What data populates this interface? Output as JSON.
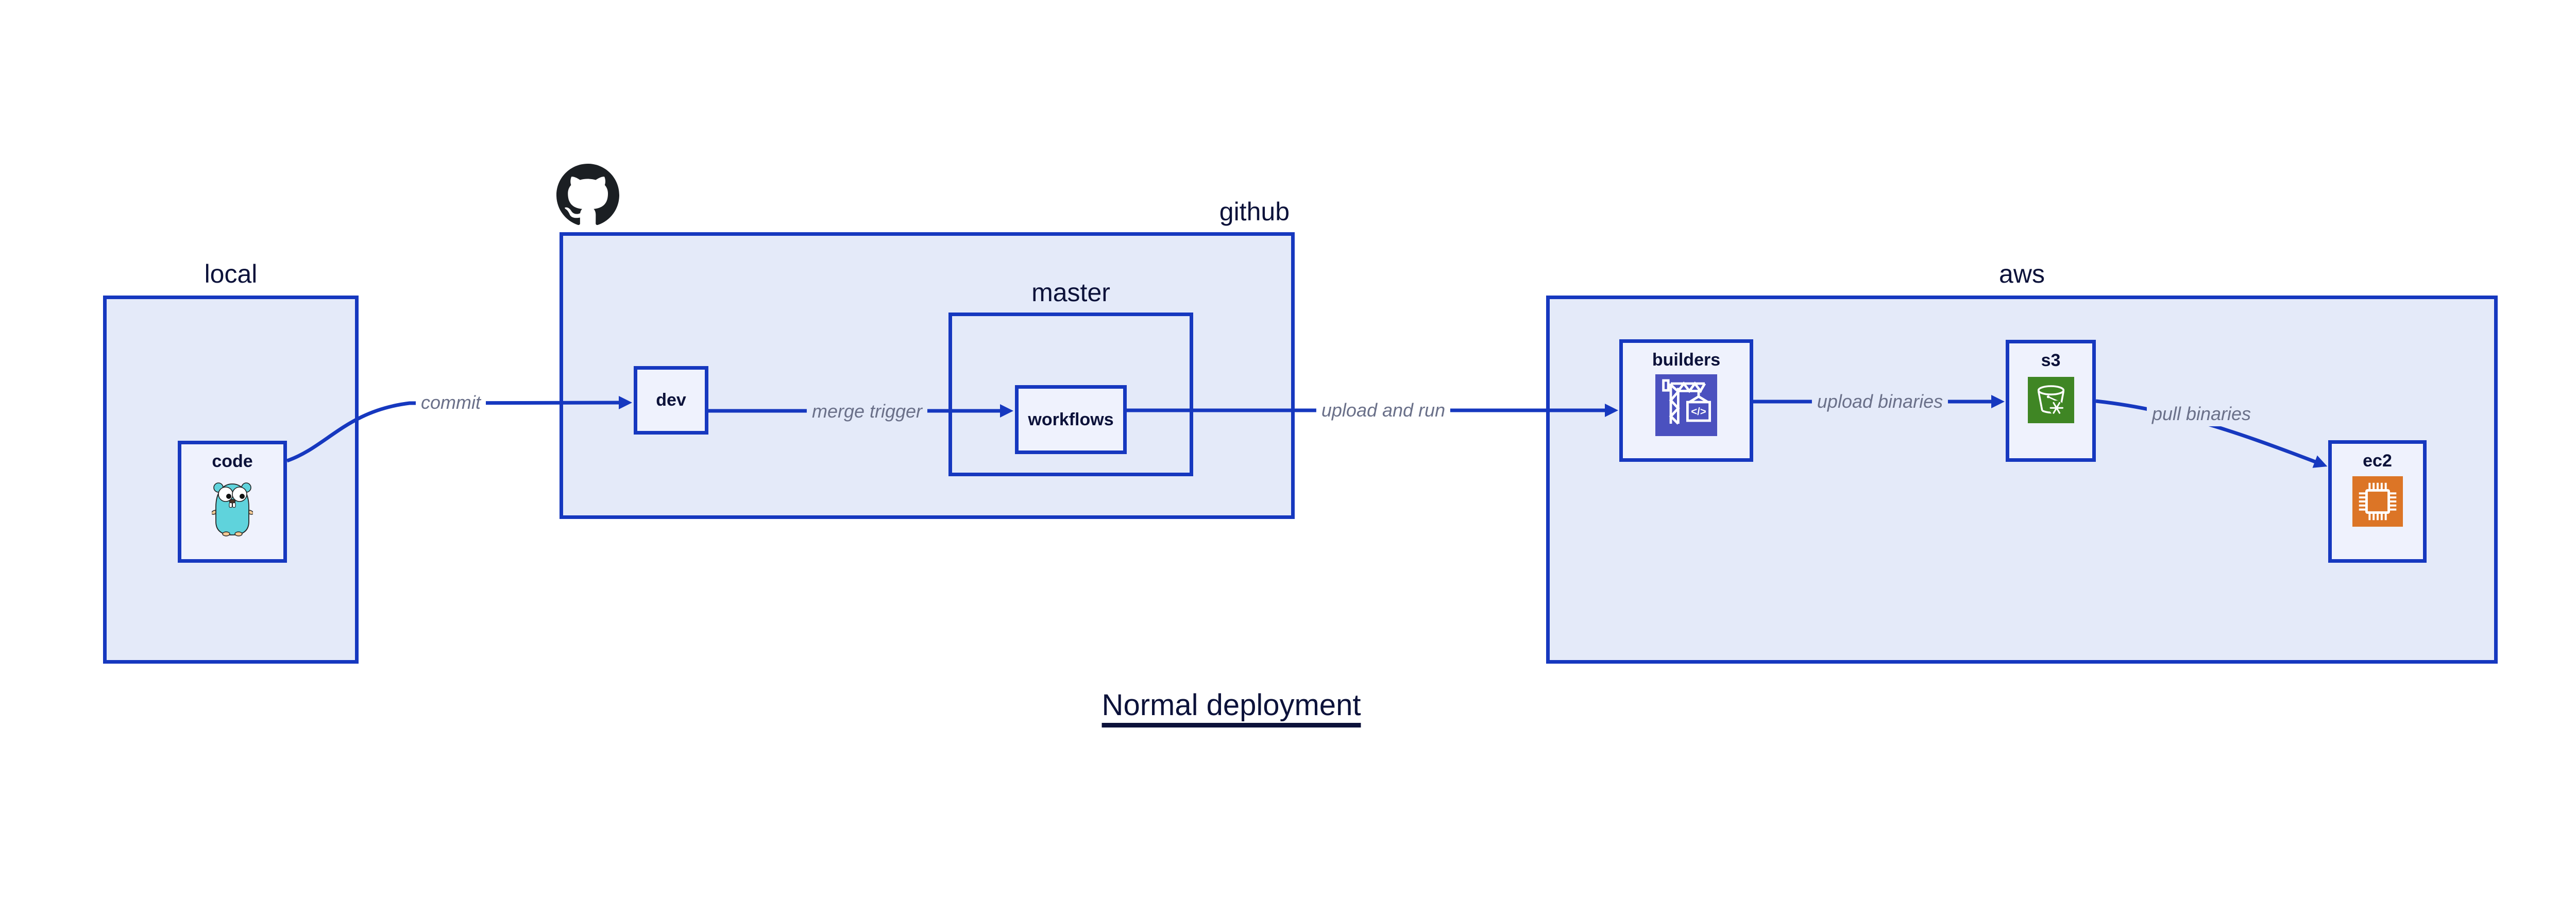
{
  "diagram": {
    "title": "Normal deployment",
    "groups": {
      "local": {
        "label": "local"
      },
      "github": {
        "label": "github"
      },
      "master": {
        "label": "master"
      },
      "aws": {
        "label": "aws"
      }
    },
    "nodes": {
      "code": {
        "label": "code",
        "icon": "go-gopher-icon"
      },
      "dev": {
        "label": "dev"
      },
      "workflows": {
        "label": "workflows"
      },
      "builders": {
        "label": "builders",
        "icon": "aws-codebuild-icon",
        "icon_glyph": "</>"
      },
      "s3": {
        "label": "s3",
        "icon": "aws-s3-bucket-icon"
      },
      "ec2": {
        "label": "ec2",
        "icon": "aws-ec2-chip-icon"
      }
    },
    "edges": {
      "commit": {
        "label": "commit",
        "from": "code",
        "to": "dev"
      },
      "merge_trigger": {
        "label": "merge trigger",
        "from": "dev",
        "to": "workflows"
      },
      "upload_and_run": {
        "label": "upload and run",
        "from": "workflows",
        "to": "builders"
      },
      "upload_binaries": {
        "label": "upload binaries",
        "from": "builders",
        "to": "s3"
      },
      "pull_binaries": {
        "label": "pull binaries",
        "from": "s3",
        "to": "ec2"
      }
    },
    "colors": {
      "stroke_blue": "#1638BF",
      "group_fill": "#E4EAF9",
      "node_fill": "#EFF2FD",
      "label_text": "#0C123A",
      "edge_label_text": "#6A7089",
      "github_logo_black": "#1B1F23",
      "codebuild_purple": "#4B51BF",
      "s3_green": "#3F8624",
      "ec2_orange": "#DC7526",
      "gopher_teal": "#5FD3DC"
    }
  }
}
